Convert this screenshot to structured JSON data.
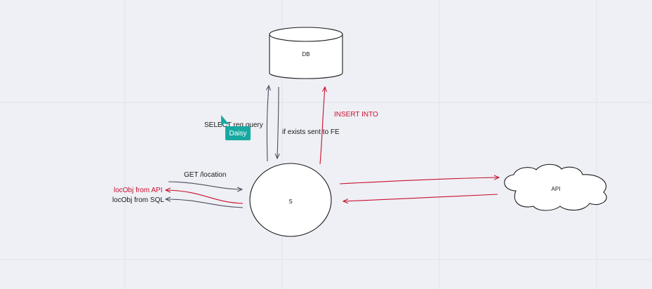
{
  "colors": {
    "background": "#eef0f5",
    "grid": "#dfe3eb",
    "line_dark": "#4a4f5c",
    "line_red": "#c8102e",
    "cursor": "#16a9a1",
    "shape_stroke": "#1a1a1a",
    "shape_fill": "#ffffff"
  },
  "nodes": {
    "db": {
      "label": "DB",
      "shape": "cylinder"
    },
    "server": {
      "label": "S",
      "shape": "circle"
    },
    "api": {
      "label": "API",
      "shape": "cloud"
    }
  },
  "edges": {
    "select_query": {
      "label": "SELECT req query",
      "color": "dark"
    },
    "exists_to_fe": {
      "label": "if exists sent to FE",
      "color": "dark"
    },
    "insert_into": {
      "label": "INSERT INTO",
      "color": "red"
    },
    "get_location": {
      "label": "GET /location",
      "color": "dark"
    },
    "locobj_api": {
      "label": "locObj from API",
      "color": "red"
    },
    "locobj_sql": {
      "label": "locObj from SQL",
      "color": "dark"
    }
  },
  "cursor": {
    "user": "Daisy",
    "icon": "cursor-pointer-icon"
  }
}
